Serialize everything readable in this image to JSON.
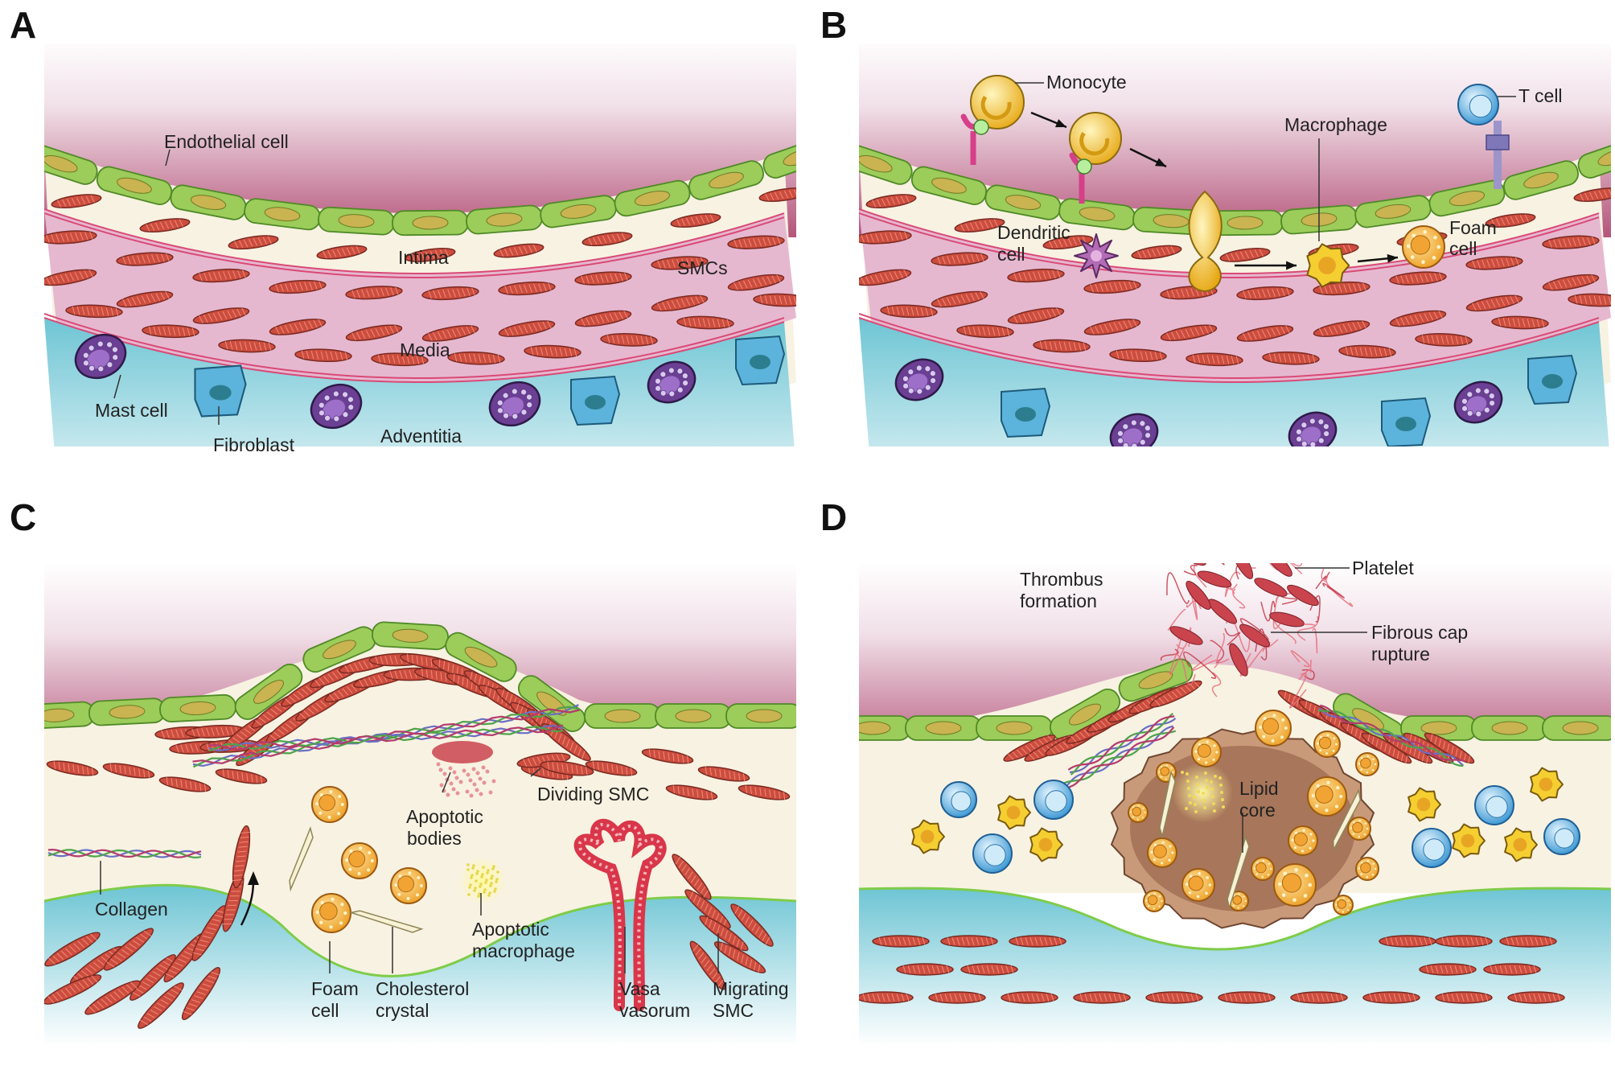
{
  "panels": {
    "a": {
      "letter": "A",
      "labels": {
        "endothelial_cell": "Endothelial cell",
        "intima": "Intima",
        "smcs": "SMCs",
        "media": "Media",
        "mast_cell": "Mast cell",
        "fibroblast": "Fibroblast",
        "adventitia": "Adventitia"
      }
    },
    "b": {
      "letter": "B",
      "labels": {
        "monocyte": "Monocyte",
        "t_cell": "T cell",
        "macrophage": "Macrophage",
        "dendritic_1": "Dendritic",
        "dendritic_2": "cell",
        "foam_1": "Foam",
        "foam_2": "cell"
      }
    },
    "c": {
      "letter": "C",
      "labels": {
        "apoptotic_bodies_1": "Apoptotic",
        "apoptotic_bodies_2": "bodies",
        "dividing_smc": "Dividing SMC",
        "collagen": "Collagen",
        "apoptotic_macrophage_1": "Apoptotic",
        "apoptotic_macrophage_2": "macrophage",
        "foam_1": "Foam",
        "foam_2": "cell",
        "cholesterol_1": "Cholesterol",
        "cholesterol_2": "crystal",
        "vasa_1": "Vasa",
        "vasa_2": "vasorum",
        "migrating_1": "Migrating",
        "migrating_2": "SMC"
      }
    },
    "d": {
      "letter": "D",
      "labels": {
        "thrombus_1": "Thrombus",
        "thrombus_2": "formation",
        "platelet": "Platelet",
        "fibrous_1": "Fibrous cap",
        "fibrous_2": "rupture",
        "lipid_1": "Lipid",
        "lipid_2": "core"
      }
    }
  },
  "colors": {
    "lumen_top": "#ffffff",
    "lumen_bottom": "#b9577f",
    "endothelium": "#9ccc5a",
    "intima": "#f8f2e2",
    "media": "#e6b8d0",
    "elastic_lamina": "#d94a76",
    "smc": "#cc4d3e",
    "adventitia": "#8dcfda",
    "mast_cell": "#6b3f93",
    "fibroblast": "#5cb4dc",
    "monocyte": "#f6c52c",
    "t_cell": "#4aa6dd",
    "foam_cell": "#f1a724",
    "lipid_core": "#a8765a",
    "platelet": "#c9444d",
    "fibrin": "#e8707c"
  }
}
